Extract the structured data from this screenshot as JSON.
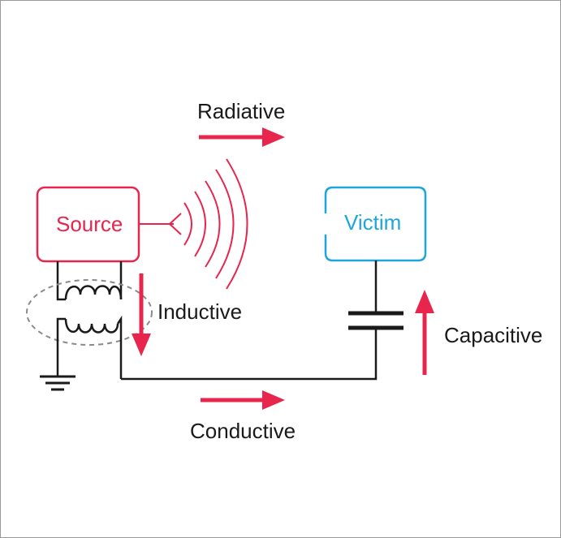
{
  "labels": {
    "radiative": "Radiative",
    "inductive": "Inductive",
    "capacitive": "Capacitive",
    "conductive": "Conductive"
  },
  "boxes": {
    "source": "Source",
    "victim": "Victim"
  },
  "colors": {
    "accent_red": "#e8264d",
    "victim_blue": "#1ea5dc",
    "wire": "#1a1a1a",
    "dashed": "#8a8a8a"
  }
}
